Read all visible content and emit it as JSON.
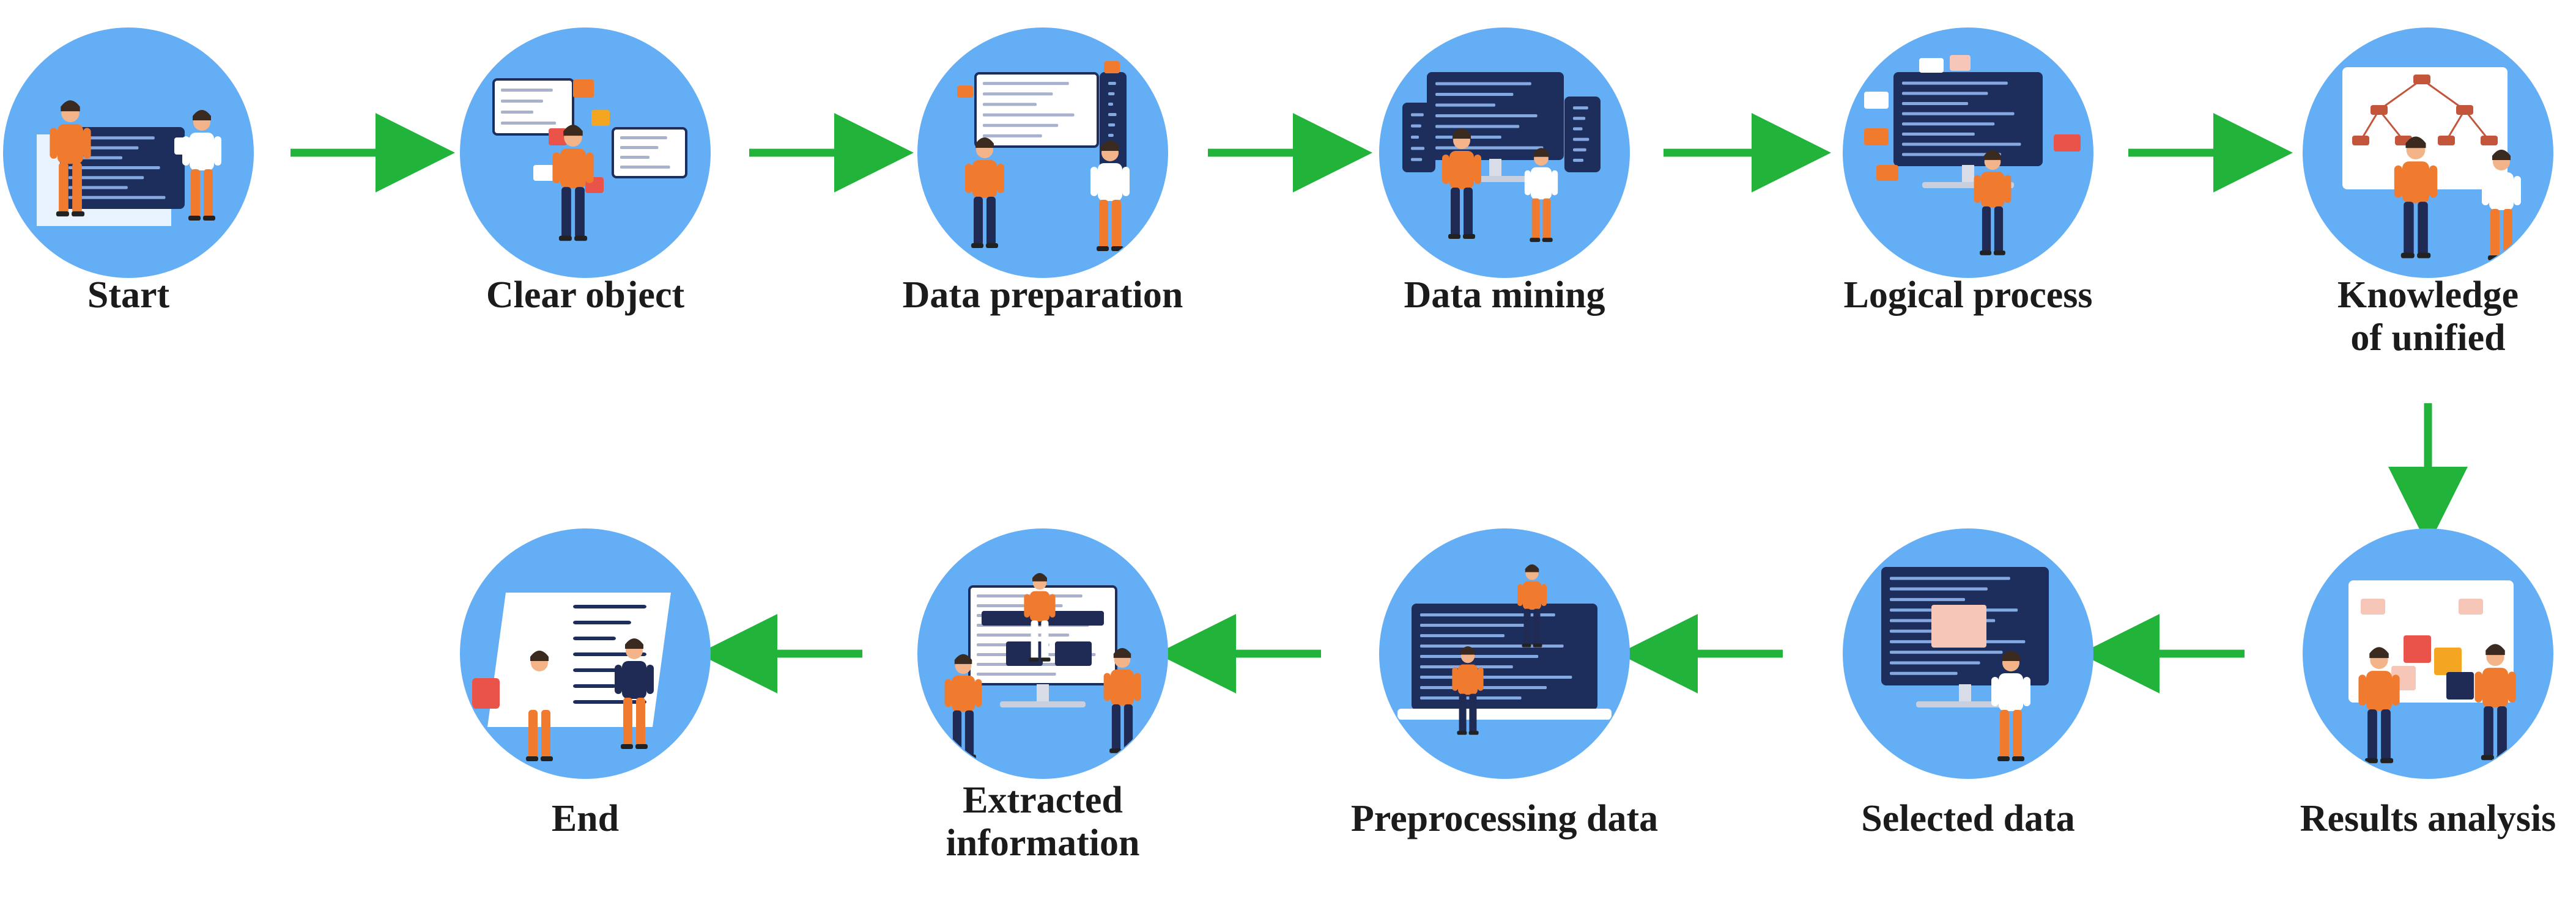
{
  "colors": {
    "circle": "#64AEF5",
    "arrow": "#22B33A",
    "label": "#1b1b1b",
    "figure_orange": "#F07A2E",
    "figure_dark": "#1F2A55",
    "screen": "#1E2E5C"
  },
  "steps": [
    {
      "id": "start",
      "lines": [
        "Start"
      ],
      "icon": "presenter-with-laptop-icon"
    },
    {
      "id": "clear-object",
      "lines": [
        "Clear object"
      ],
      "icon": "person-with-code-cards-icon"
    },
    {
      "id": "data-preparation",
      "lines": [
        "Data preparation"
      ],
      "icon": "team-with-dashboard-icon"
    },
    {
      "id": "data-mining",
      "lines": [
        "Data mining"
      ],
      "icon": "developers-at-monitors-icon"
    },
    {
      "id": "logical-process",
      "lines": [
        "Logical process"
      ],
      "icon": "programmer-at-code-screen-icon"
    },
    {
      "id": "knowledge-of-unified",
      "lines": [
        "Knowledge",
        "of unified"
      ],
      "icon": "presenter-with-tree-diagram-icon"
    },
    {
      "id": "results-analysis",
      "lines": [
        "Results analysis"
      ],
      "icon": "team-with-sticky-notes-icon"
    },
    {
      "id": "selected-data",
      "lines": [
        "Selected data"
      ],
      "icon": "person-at-large-monitor-icon"
    },
    {
      "id": "preprocessing-data",
      "lines": [
        "Preprocessing data"
      ],
      "icon": "people-on-laptop-icon"
    },
    {
      "id": "extracted-information",
      "lines": [
        "Extracted",
        "information"
      ],
      "icon": "team-building-website-icon"
    },
    {
      "id": "end",
      "lines": [
        "End"
      ],
      "icon": "people-with-code-board-icon"
    }
  ]
}
